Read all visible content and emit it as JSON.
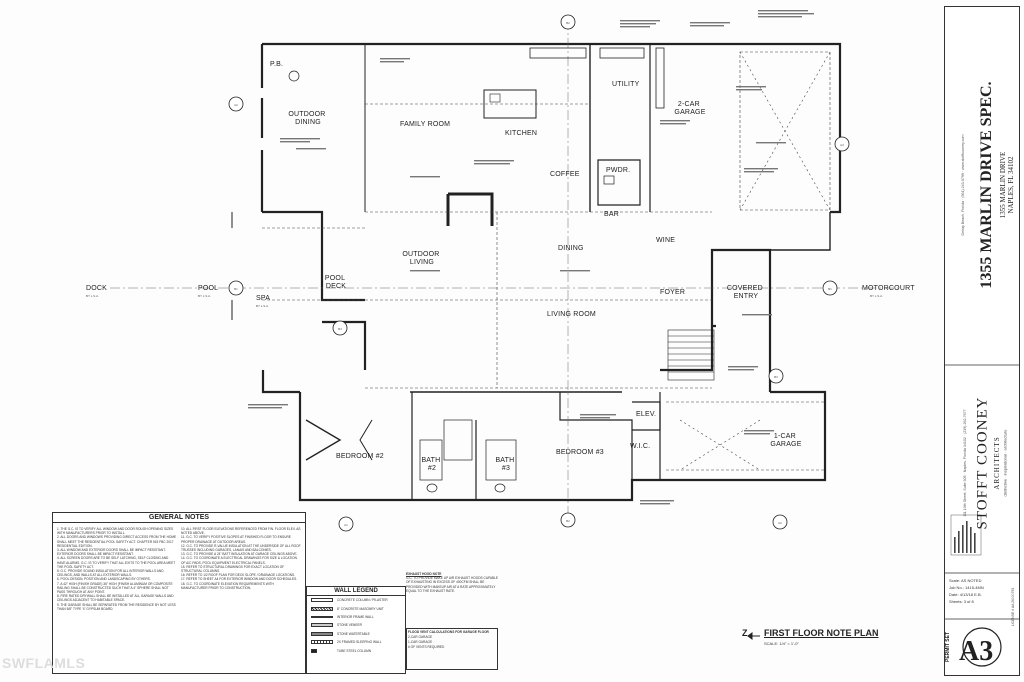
{
  "project": {
    "title": "1355 MARLIN DRIVE SPEC.",
    "address": "1355 MARLIN DRIVE",
    "city": "NAPLES, FL 34102"
  },
  "firm": {
    "name": "STOFFT COONEY",
    "sub": "ARCHITECTS",
    "tagline": "distinctive · inspirational · architecture",
    "address": "111 10th Street, Suite 305 · Naples, Florida 34102 · (239) 262-7677",
    "address2": "Delray Beach, Florida · (561) 243-0799 · www.stofftcooney.com",
    "license": "LICENSE # AA 26000793"
  },
  "sheet": {
    "number": "A3",
    "set": "PERMIT SET",
    "scale_label": "AS NOTED",
    "job_label": "Job No.:",
    "job_no": "1415-4MN",
    "date_label": "Date:",
    "date": "4/13/18",
    "drawn_label": "Drawn:",
    "drawn": "E.B.",
    "sheets_label": "Sheets:",
    "sheets": "3  of  8",
    "scale_field": "Scale:"
  },
  "plan": {
    "title": "FIRST FLOOR NOTE PLAN",
    "scale": "SCALE: 1/4\" = 1'-0\"",
    "north": "Z"
  },
  "rooms": {
    "pb": "P.B.",
    "outdoor_dining": "OUTDOOR\nDINING",
    "family_room": "FAMILY ROOM",
    "kitchen": "KITCHEN",
    "utility": "UTILITY",
    "garage2": "2-CAR\nGARAGE",
    "coffee": "COFFEE",
    "pwdr": "PWDR.",
    "bar": "BAR",
    "wine": "WINE",
    "dining": "DINING",
    "outdoor_living": "OUTDOOR\nLIVING",
    "pool_deck": "POOL\nDECK",
    "foyer": "FOYER",
    "covered_entry": "COVERED\nENTRY",
    "living_room": "LIVING ROOM",
    "bedroom2": "BEDROOM #2",
    "bath2": "BATH\n#2",
    "bath3": "BATH\n#3",
    "bedroom3": "BEDROOM #3",
    "elev": "ELEV.",
    "wic": "W.I.C.",
    "garage1": "1-CAR\nGARAGE"
  },
  "outside": {
    "dock": "DOCK",
    "pool": "POOL",
    "spa": "SPA",
    "motorcourt": "MOTORCOURT",
    "by_la": "BY L.S.A."
  },
  "general_notes": {
    "title": "GENERAL NOTES",
    "col1": "1. THE G.C. IS TO VERIFY ALL WINDOW AND DOOR ROUGH OPENING SIZES WITH MANUFACTURERS PRIOR TO INSTALL.\n2. ALL DOORS AND WINDOWS PROVIDING DIRECT ACCESS FROM THE HOME SHALL MEET THE RESIDENTIAL POOL SAFETY ACT. CHAPTER 515 FBC 2017 RESIDENTIAL EDITION.\n3. ALL WINDOW AND EXTERIOR DOORS SHALL BE IMPACT RESISTANT. EXTERIOR DOORS SHALL BE IMPACT RESISTANT.\n4. ALL SCREEN DOORS ARE TO BE SELF LATCHING, SELF CLOSING AND HAVE ALARMS. G.C. IS TO VERIFY THAT ALL EXITS TO THE POOL AREA MEET THE POOL SAFETY ACT.\n5. G.C. PROVIDE SOUND INSULATION FOR ALL INTERIOR WALLS AND CEILINGS, AND WALLS AT ALL EXTERIOR WALLS.\n6. POOL DESIGN, POSITION AND LANDSCAPING BY OTHERS.\n7. A 42\" HIGH (FINISH GRADE) 36\" HIGH (FINISH ALUMINUM OR COMPOSITE RAILING SHALL BE CONSTRUCTED SUCH THAT A 4\" SPHERE SHALL NOT PASS THROUGH AT ANY POINT.\n8. FIRE RATED DRYWALL SHALL BE INSTALLED AT ALL GARAGE WALLS AND CEILINGS ADJACENT TO HABITABLE SPACE.\n9. THE GARAGE SHALL BE SEPARATED FROM THE RESIDENCE BY NOT LESS THAN 5/8\" TYPE 'X' GYPSUM BOARD.",
    "col2": "10. ALL FIRST FLOOR ELEVATIONS REFERENCED FROM FIN. FLOOR ELEV. AS NOTED ABOVE.\n11. G.C. TO VERIFY POSITIVE SLOPES AT FINISHED FLOOR TO ENSURE PROPER DRAINAGE AT OUTDOOR AREAS.\n12. G.C. TO PROVIDE R-VALUE INSULATION AT THE UNDERSIDE OF ALL ROOF TRUSSES INCLUDING GARAGES, LANAIS AND BALCONIES.\n13. G.C. TO PROVIDE A 24\" BATT INSULATION AT GARAGE CEILINGS ABOVE.\n14. G.C. TO COORDINATE A ELECTRICAL DRAWINGS FOR SIZE & LOCATION OF A/C PADS, POOL EQUIPMENT ELECTRICAL PANELS.\n15. REFER TO STRUCTURAL DRAWINGS FOR EXACT LOCATION OF STRUCTURAL COLUMNS.\n16. REFER TO 1/2 ROOF PLAN FOR DECK SLOPE / DRAINAGE LOCATIONS.\n17. REFER TO SHEET A4 FOR EXTERIOR WINDOW AND DOOR SCHEDULES.\n18. G.C. TO COORDINATE ELEVATION REQUIREMENTS WITH MANUFACTURER PRIOR TO CONSTRUCTION."
  },
  "wall_legend": {
    "title": "WALL LEGEND",
    "items": [
      "CONCRETE COLUMN / PILASTER",
      "8\" CONCRETE MASONRY UNIT",
      "INTERIOR FRAME WALL",
      "STONE VENEER",
      "STONE WATERTABLE",
      "2X FRAMED SLEEPING WALL",
      "TUBE STEEL COLUMN"
    ]
  },
  "exhaust_note": {
    "title": "EXHAUST HOOD NOTE",
    "text": "G.C. TO PROVIDE MAKE UP AIR EXHAUST HOODS CAPABLE OF EXHAUSTING IN EXCESS OF 400CFM SHALL BE PROVIDED WITH MAKEUP AIR AT A RATE APPROXIMATELY EQUAL TO THE EXHAUST RATE."
  },
  "flood_vent": {
    "title": "FLOOD VENT CALCULATIONS FOR GARAGE FLOOR",
    "rows": [
      "2-CAR GARAGE",
      "1-CAR GARAGE",
      "# OF VENTS REQUIRED"
    ]
  },
  "watermark": "SWFLAMLS"
}
